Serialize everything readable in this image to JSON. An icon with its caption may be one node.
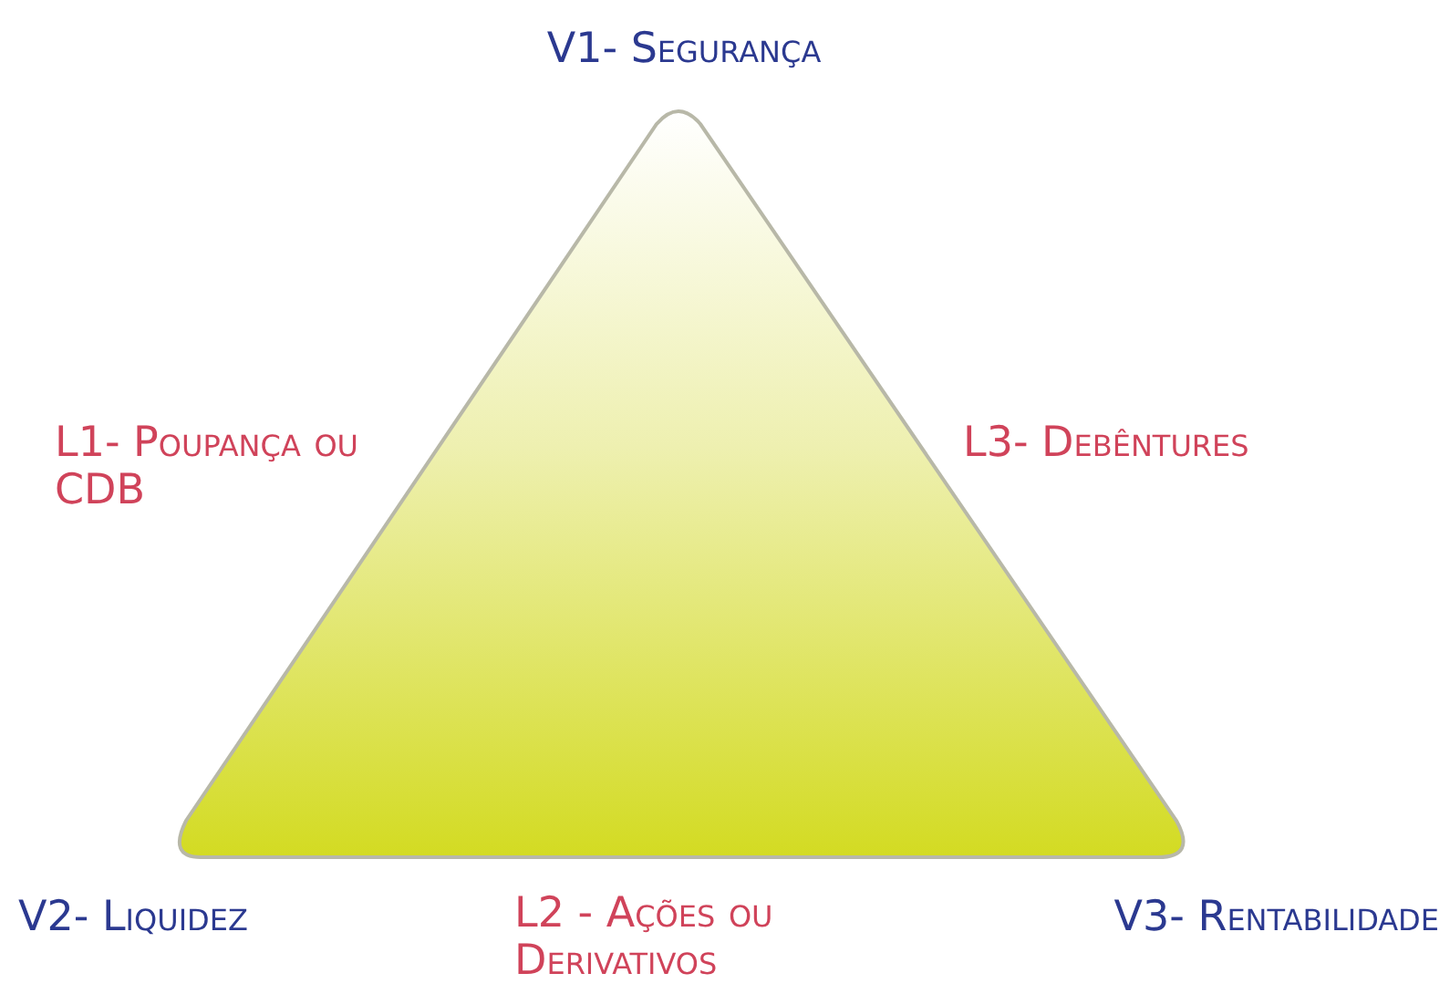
{
  "diagram": {
    "nodes": [
      {
        "text": [],
        "shape": "triangle"
      }
    ],
    "edges": [],
    "labels": [
      "V1- Segurança",
      "L1- Poupança ou CDB",
      "L3- Debêntures",
      "V2- Liquidez",
      "L2 - Ações ou Derivativos",
      "V3- Rentabilidade"
    ]
  }
}
